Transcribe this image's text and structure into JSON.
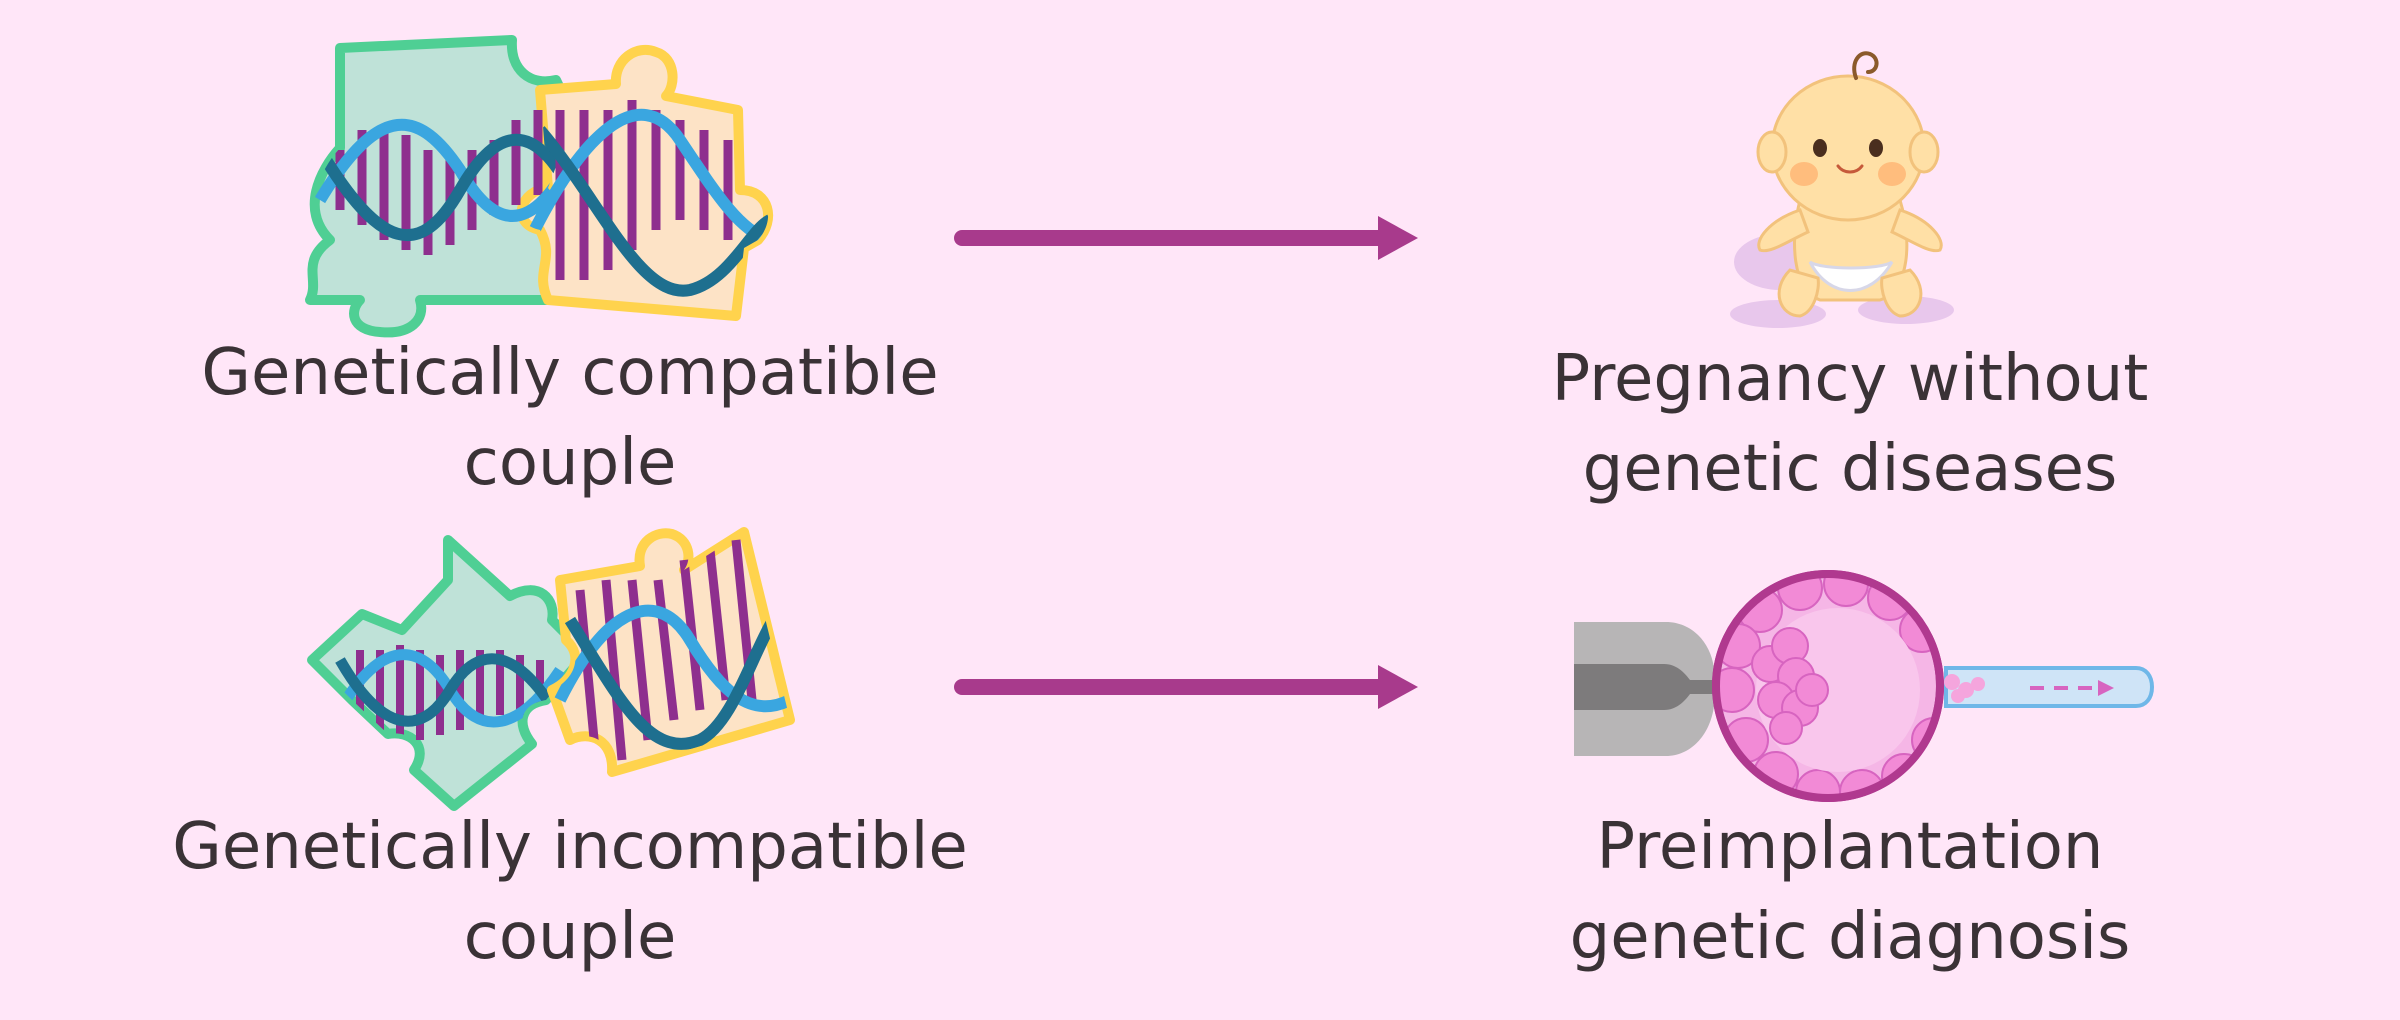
{
  "left": {
    "compatible": {
      "line1": "Genetically compatible",
      "line2": "couple",
      "icon": "dna-puzzle-joined-icon"
    },
    "incompatible": {
      "line1": "Genetically incompatible",
      "line2": "couple",
      "icon": "dna-puzzle-separated-icon"
    }
  },
  "right": {
    "pregnancy": {
      "line1": "Pregnancy without",
      "line2": "genetic diseases",
      "icon": "baby-icon"
    },
    "pgd": {
      "line1": "Preimplantation",
      "line2": "genetic diagnosis",
      "icon": "embryo-biopsy-icon"
    }
  },
  "colors": {
    "background": "#ffe6f8",
    "arrow": "#a83a8c",
    "text": "#3a3236",
    "puzzle_green": "#4fcf94",
    "puzzle_yellow": "#ffd34d"
  }
}
